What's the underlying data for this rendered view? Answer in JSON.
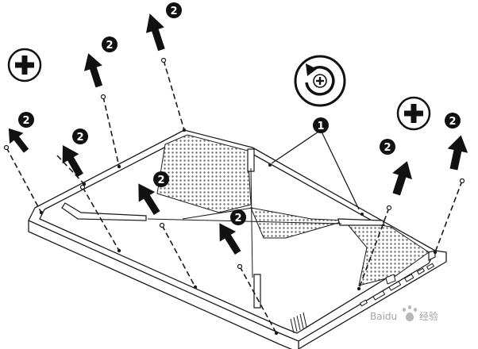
{
  "callouts": {
    "screw_label": "2",
    "latch_label": "1"
  },
  "icons": {
    "phillips": "phillips-screwdriver-icon",
    "rotate": "rotate-counterclockwise-icon"
  },
  "watermark": {
    "text_latin": "Baidu",
    "text_cjk": "经验",
    "color": "#9a9a9a"
  },
  "colors": {
    "line": "#1a1a1a",
    "callout_fill": "#111111",
    "mesh": "#6a6a6a"
  }
}
